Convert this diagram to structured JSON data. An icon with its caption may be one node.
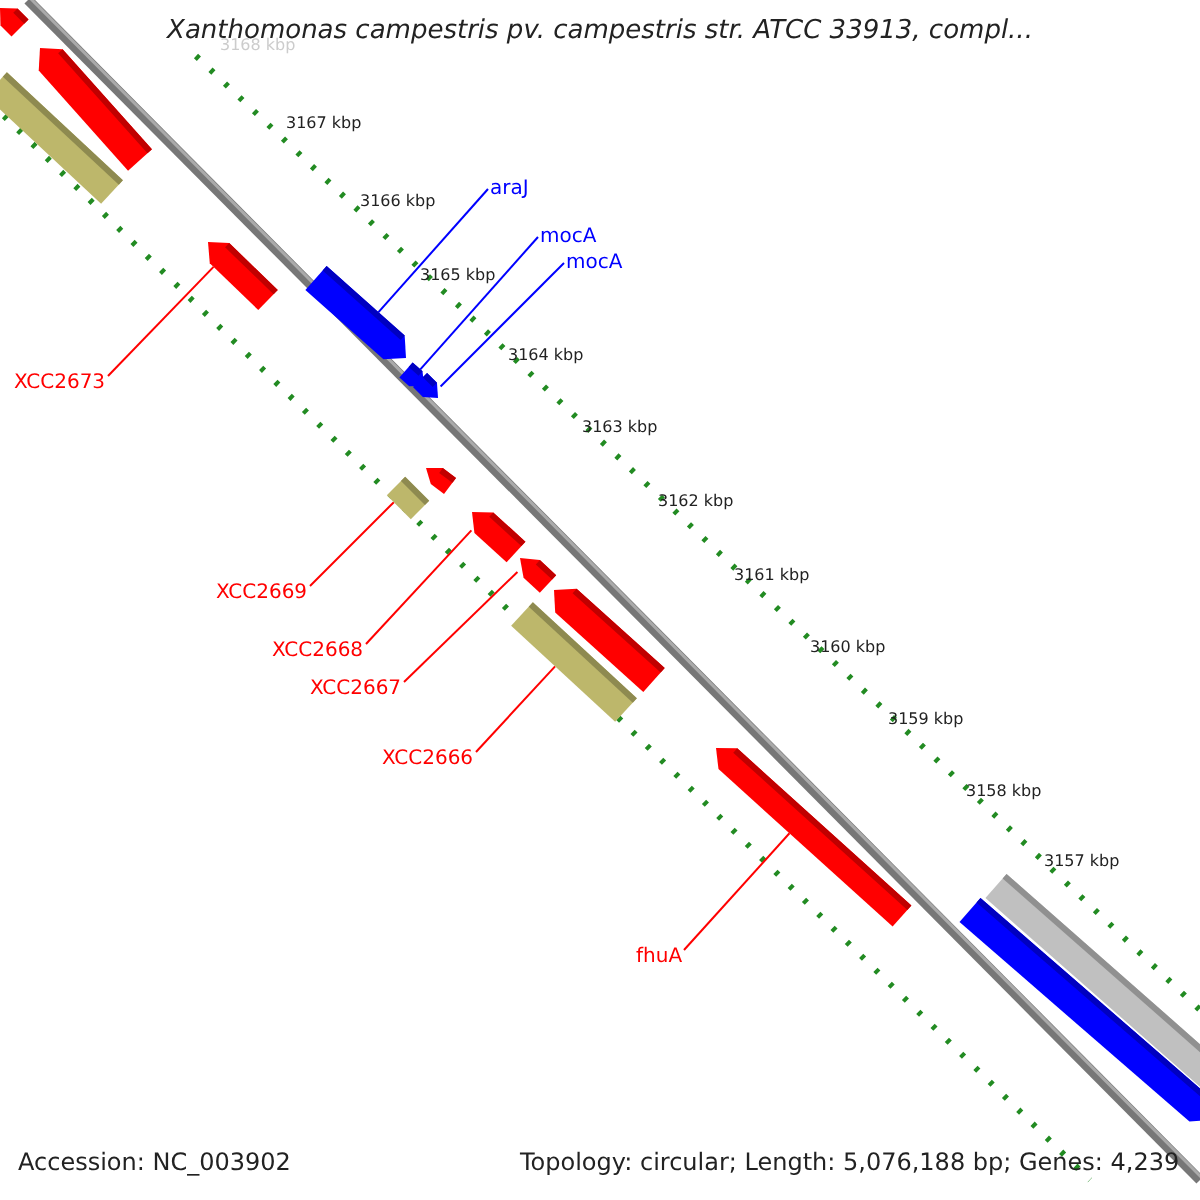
{
  "diagram": {
    "title": "Xanthomonas campestris pv. campestris str. ATCC 33913, compl...",
    "nodes": [
      {
        "text": [
          "araJ"
        ]
      },
      {
        "text": [
          "mocA"
        ]
      },
      {
        "text": [
          "mocA"
        ]
      },
      {
        "text": [
          "XCC2673"
        ]
      },
      {
        "text": [
          "XCC2669"
        ]
      },
      {
        "text": [
          "XCC2668"
        ]
      },
      {
        "text": [
          "XCC2667"
        ]
      },
      {
        "text": [
          "XCC2666"
        ]
      },
      {
        "text": [
          "fhuA"
        ]
      },
      {
        "text": [],
        "shape": "arrow"
      },
      {
        "text": [],
        "shape": "arrow"
      },
      {
        "text": [],
        "shape": "bar"
      },
      {
        "text": [],
        "shape": "arrow"
      },
      {
        "text": [],
        "shape": "arrow"
      },
      {
        "text": [],
        "shape": "arrow"
      },
      {
        "text": [],
        "shape": "arrow"
      },
      {
        "text": [],
        "shape": "arrow"
      },
      {
        "text": [],
        "shape": "bar"
      },
      {
        "text": [],
        "shape": "arrow"
      },
      {
        "text": [],
        "shape": "arrow"
      },
      {
        "text": [],
        "shape": "arrow"
      },
      {
        "text": [],
        "shape": "bar"
      },
      {
        "text": [],
        "shape": "arrow"
      },
      {
        "text": [],
        "shape": "bar"
      },
      {
        "text": [],
        "shape": "arrow"
      }
    ],
    "edges": [
      {
        "from": 0,
        "to": 13,
        "arrow": "none",
        "color": "#0000ff"
      },
      {
        "from": 1,
        "to": 14,
        "arrow": "none",
        "color": "#0000ff"
      },
      {
        "from": 2,
        "to": 15,
        "arrow": "none",
        "color": "#0000ff"
      },
      {
        "from": 3,
        "to": 12,
        "arrow": "none"
      },
      {
        "from": 4,
        "to": 17,
        "arrow": "none"
      },
      {
        "from": 5,
        "to": 18,
        "arrow": "none"
      },
      {
        "from": 6,
        "to": 19,
        "arrow": "none"
      },
      {
        "from": 7,
        "to": 21,
        "arrow": "none"
      },
      {
        "from": 8,
        "to": 22,
        "arrow": "none"
      }
    ],
    "labels": [
      "3168 kbp",
      "3167 kbp",
      "3166 kbp",
      "3165 kbp",
      "3164 kbp",
      "3163 kbp",
      "3162 kbp",
      "3161 kbp",
      "3160 kbp",
      "3159 kbp",
      "3158 kbp",
      "3157 kbp",
      "Accession: NC_003902",
      "Topology: circular; Length: 5,076,188 bp; Genes: 4,239"
    ]
  }
}
